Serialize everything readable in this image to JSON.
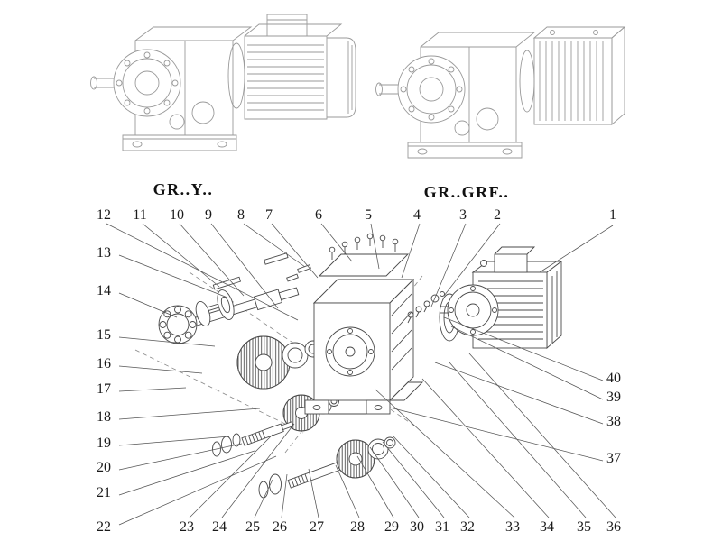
{
  "captions": {
    "left": "GR..Y..",
    "right": "GR..GRF.."
  },
  "callouts": {
    "c1": "1",
    "c2": "2",
    "c3": "3",
    "c4": "4",
    "c5": "5",
    "c6": "6",
    "c7": "7",
    "c8": "8",
    "c9": "9",
    "c10": "10",
    "c11": "11",
    "c12": "12",
    "c13": "13",
    "c14": "14",
    "c15": "15",
    "c16": "16",
    "c17": "17",
    "c18": "18",
    "c19": "19",
    "c20": "20",
    "c21": "21",
    "c22": "22",
    "c23": "23",
    "c24": "24",
    "c25": "25",
    "c26": "26",
    "c27": "27",
    "c28": "28",
    "c29": "29",
    "c30": "30",
    "c31": "31",
    "c32": "32",
    "c33": "33",
    "c34": "34",
    "c35": "35",
    "c36": "36",
    "c37": "37",
    "c38": "38",
    "c39": "39",
    "c40": "40"
  },
  "colors": {
    "drawing_line": "#4a4a4a",
    "faint_line": "#9a9a9a",
    "text": "#1a1a1a"
  }
}
